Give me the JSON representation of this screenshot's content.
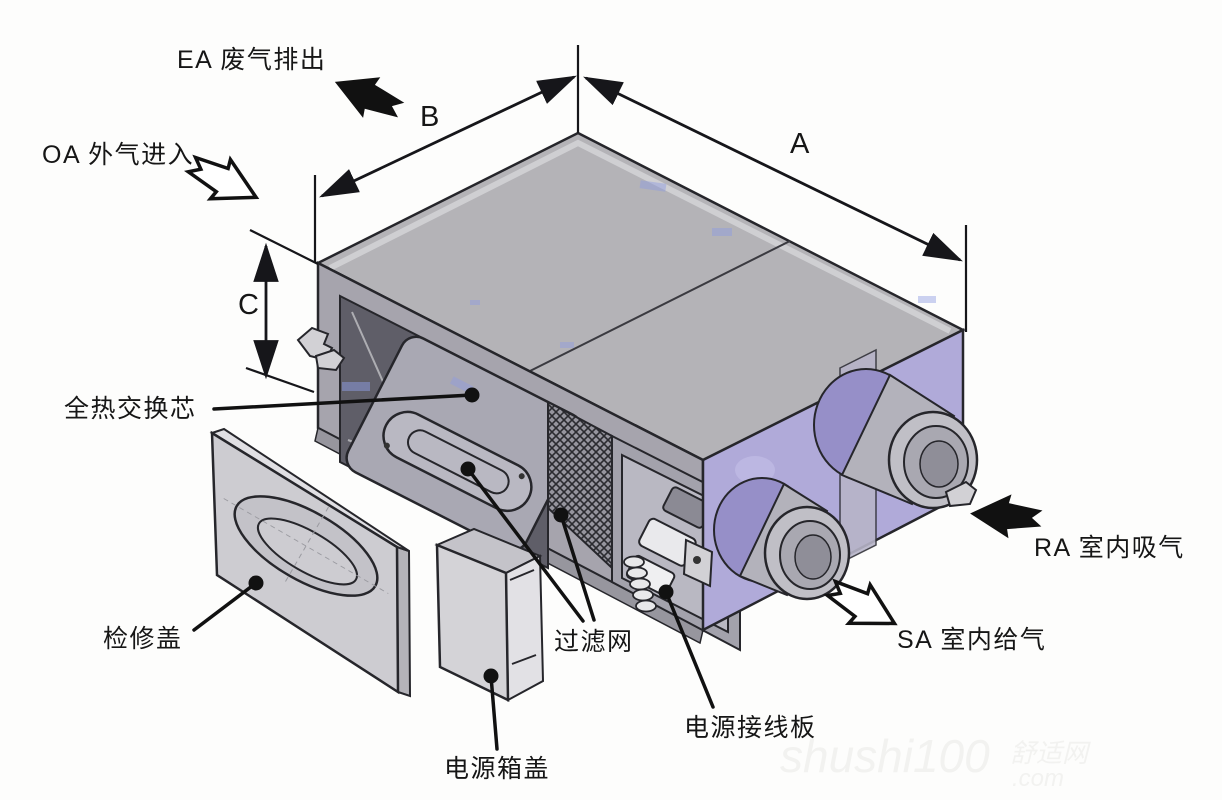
{
  "labels": {
    "flow_ea": "EA 废气排出",
    "flow_oa": "OA 外气进入",
    "flow_ra": "RA 室内吸气",
    "flow_sa": "SA 室内给气",
    "dim_a": "A",
    "dim_b": "B",
    "dim_c": "C",
    "part_core": "全热交换芯",
    "part_inspection_cover": "检修盖",
    "part_filter": "过滤网",
    "part_power_box_cover": "电源箱盖",
    "part_power_terminal_board": "电源接线板"
  },
  "arrows": {
    "ea": {
      "type": "solid-block-arrow",
      "direction": "up-left"
    },
    "oa": {
      "type": "outline-block-arrow",
      "direction": "down-right"
    },
    "ra": {
      "type": "solid-block-arrow",
      "direction": "left"
    },
    "sa": {
      "type": "outline-block-arrow",
      "direction": "down-right"
    }
  },
  "watermark": {
    "brand": "shushi100",
    "suffix": "舒适网",
    "tld": ".com"
  },
  "colors": {
    "line": "#26262b",
    "top_face": "#b4b3b7",
    "front_face": "#a6a4ad",
    "end_face": "#b0aad9",
    "opening": "#5f5e68",
    "cover_panel": "#cdccd1",
    "accent_blue": "#8e9ce2",
    "watermark": "#f2f2f0",
    "background": "#fdfdfc"
  }
}
